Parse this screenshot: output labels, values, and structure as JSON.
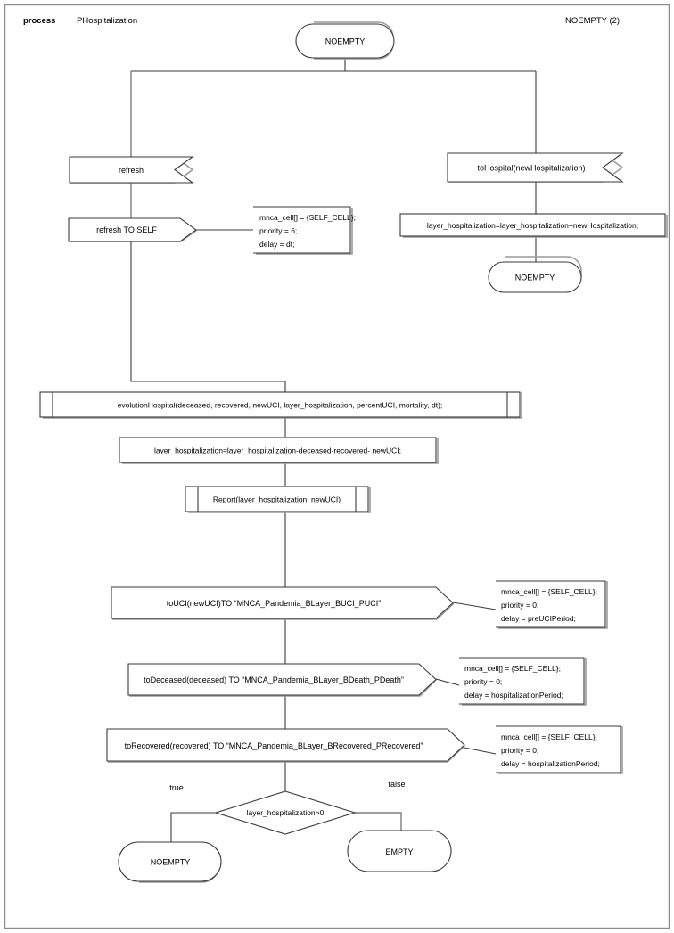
{
  "header": {
    "keyword": "process",
    "name": "PHospitalization",
    "page_ref": "NOEMPTY (2)"
  },
  "nodes": {
    "start_state": "NOEMPTY",
    "input_refresh": "refresh",
    "output_refresh_self": "refresh TO SELF",
    "comment_refresh": {
      "line1": "mnca_cell[] = {SELF_CELL};",
      "line2": "priority = 6;",
      "line3": "delay = dt;"
    },
    "input_to_hospital": "toHospital(newHospitalization)",
    "task_add_hospitalization": "layer_hospitalization=layer_hospitalization+newHospitalization;",
    "state_after_hospital": "NOEMPTY",
    "call_evolution_hospital": "evolutionHospital(deceased, recovered, newUCI, layer_hospitalization, percentUCI, mortality, dt);",
    "task_subtract": "layer_hospitalization=layer_hospitalization-deceased-recovered- newUCI;",
    "call_report": "Report(layer_hospitalization, newUCI)",
    "output_to_uci": "toUCI(newUCI)TO “MNCA_Pandemia_BLayer_BUCI_PUCI”",
    "comment_to_uci": {
      "line1": "mnca_cell[] = {SELF_CELL};",
      "line2": "priority = 0;",
      "line3": "delay = preUCIPeriod;"
    },
    "output_to_deceased": "toDeceased(deceased) TO “MNCA_Pandemia_BLayer_BDeath_PDeath”",
    "comment_to_deceased": {
      "line1": "mnca_cell[] = {SELF_CELL};",
      "line2": "priority = 0;",
      "line3": "delay = hospitalizationPeriod;"
    },
    "output_to_recovered": "toRecovered(recovered) TO “MNCA_Pandemia_BLayer_BRecovered_PRecovered”",
    "comment_to_recovered": {
      "line1": "mnca_cell[] = {SELF_CELL};",
      "line2": "priority = 0;",
      "line3": "delay = hospitalizationPeriod;"
    },
    "decision_condition": "layer_hospitalization>0",
    "branch_true_label": "true",
    "branch_false_label": "false",
    "end_state_true": "NOEMPTY",
    "end_state_false": "EMPTY"
  },
  "colors": {
    "background": "#ffffff",
    "stroke": "#3a3a3a",
    "frame": "#8c8c8c",
    "shadow": "#9a9a9a",
    "text": "#000000"
  }
}
